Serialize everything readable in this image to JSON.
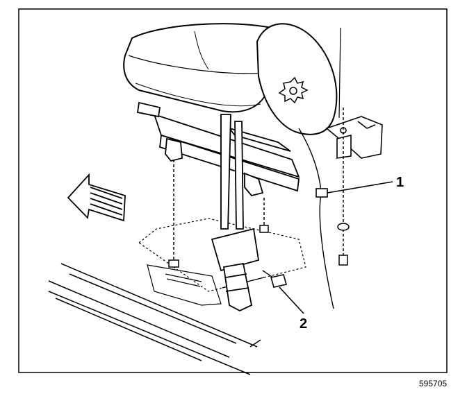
{
  "callouts": {
    "one": "1",
    "two": "2"
  },
  "figure_number": "595705",
  "colors": {
    "line": "#000000",
    "background": "#ffffff"
  },
  "icons": {
    "direction": "arrow-left-icon"
  }
}
